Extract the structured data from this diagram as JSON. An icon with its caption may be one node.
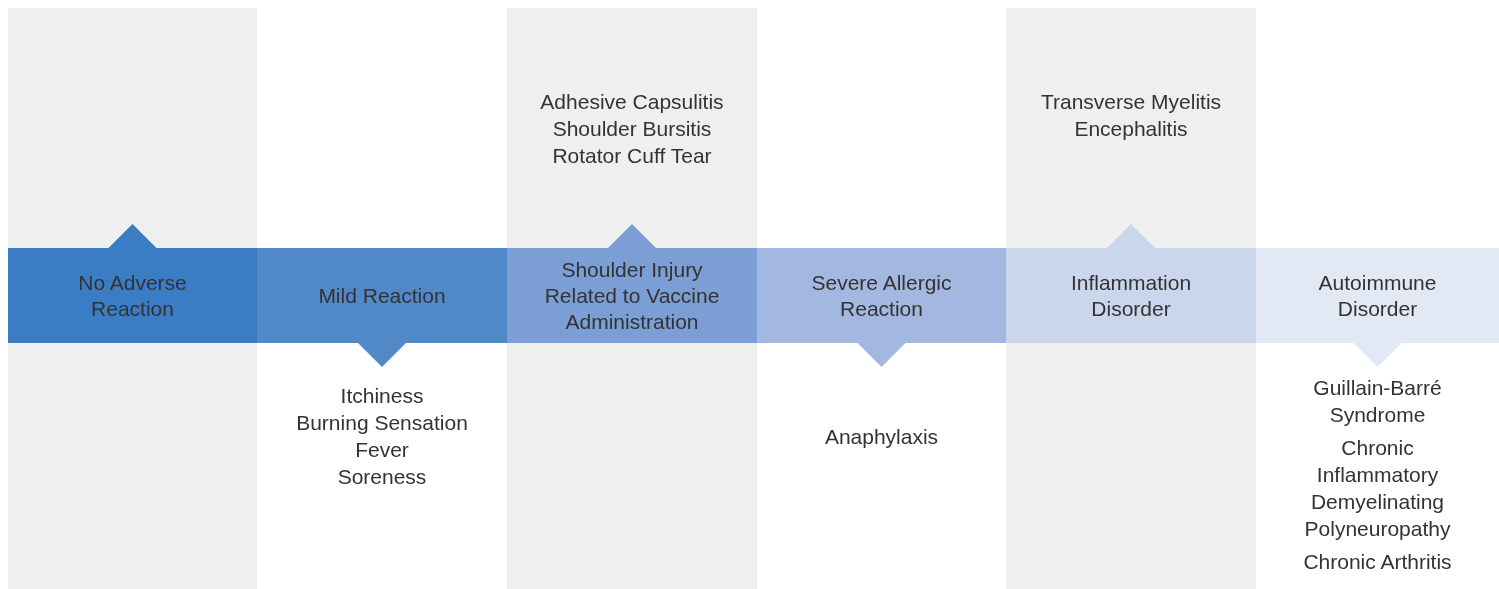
{
  "diagram": {
    "nodes": [
      {
        "text": [
          "No Adverse Reaction"
        ]
      },
      {
        "text": [
          "Mild Reaction"
        ],
        "beside": [
          "Itchiness",
          "Burning Sensation",
          "Fever",
          "Soreness"
        ]
      },
      {
        "text": [
          "Shoulder Injury Related to Vaccine Administration"
        ],
        "beside": [
          "Adhesive Capsulitis",
          "Shoulder Bursitis",
          "Rotator Cuff Tear"
        ]
      },
      {
        "text": [
          "Severe Allergic Reaction"
        ],
        "beside": [
          "Anaphylaxis"
        ]
      },
      {
        "text": [
          "Inflammation Disorder"
        ],
        "beside": [
          "Transverse Myelitis",
          "Encephalitis"
        ]
      },
      {
        "text": [
          "Autoimmune Disorder"
        ],
        "beside": [
          "Guillain-Barré Syndrome",
          "Chronic Inflammatory Demyelinating Polyneuropathy",
          "Chronic Arthritis"
        ]
      }
    ],
    "edges": []
  }
}
